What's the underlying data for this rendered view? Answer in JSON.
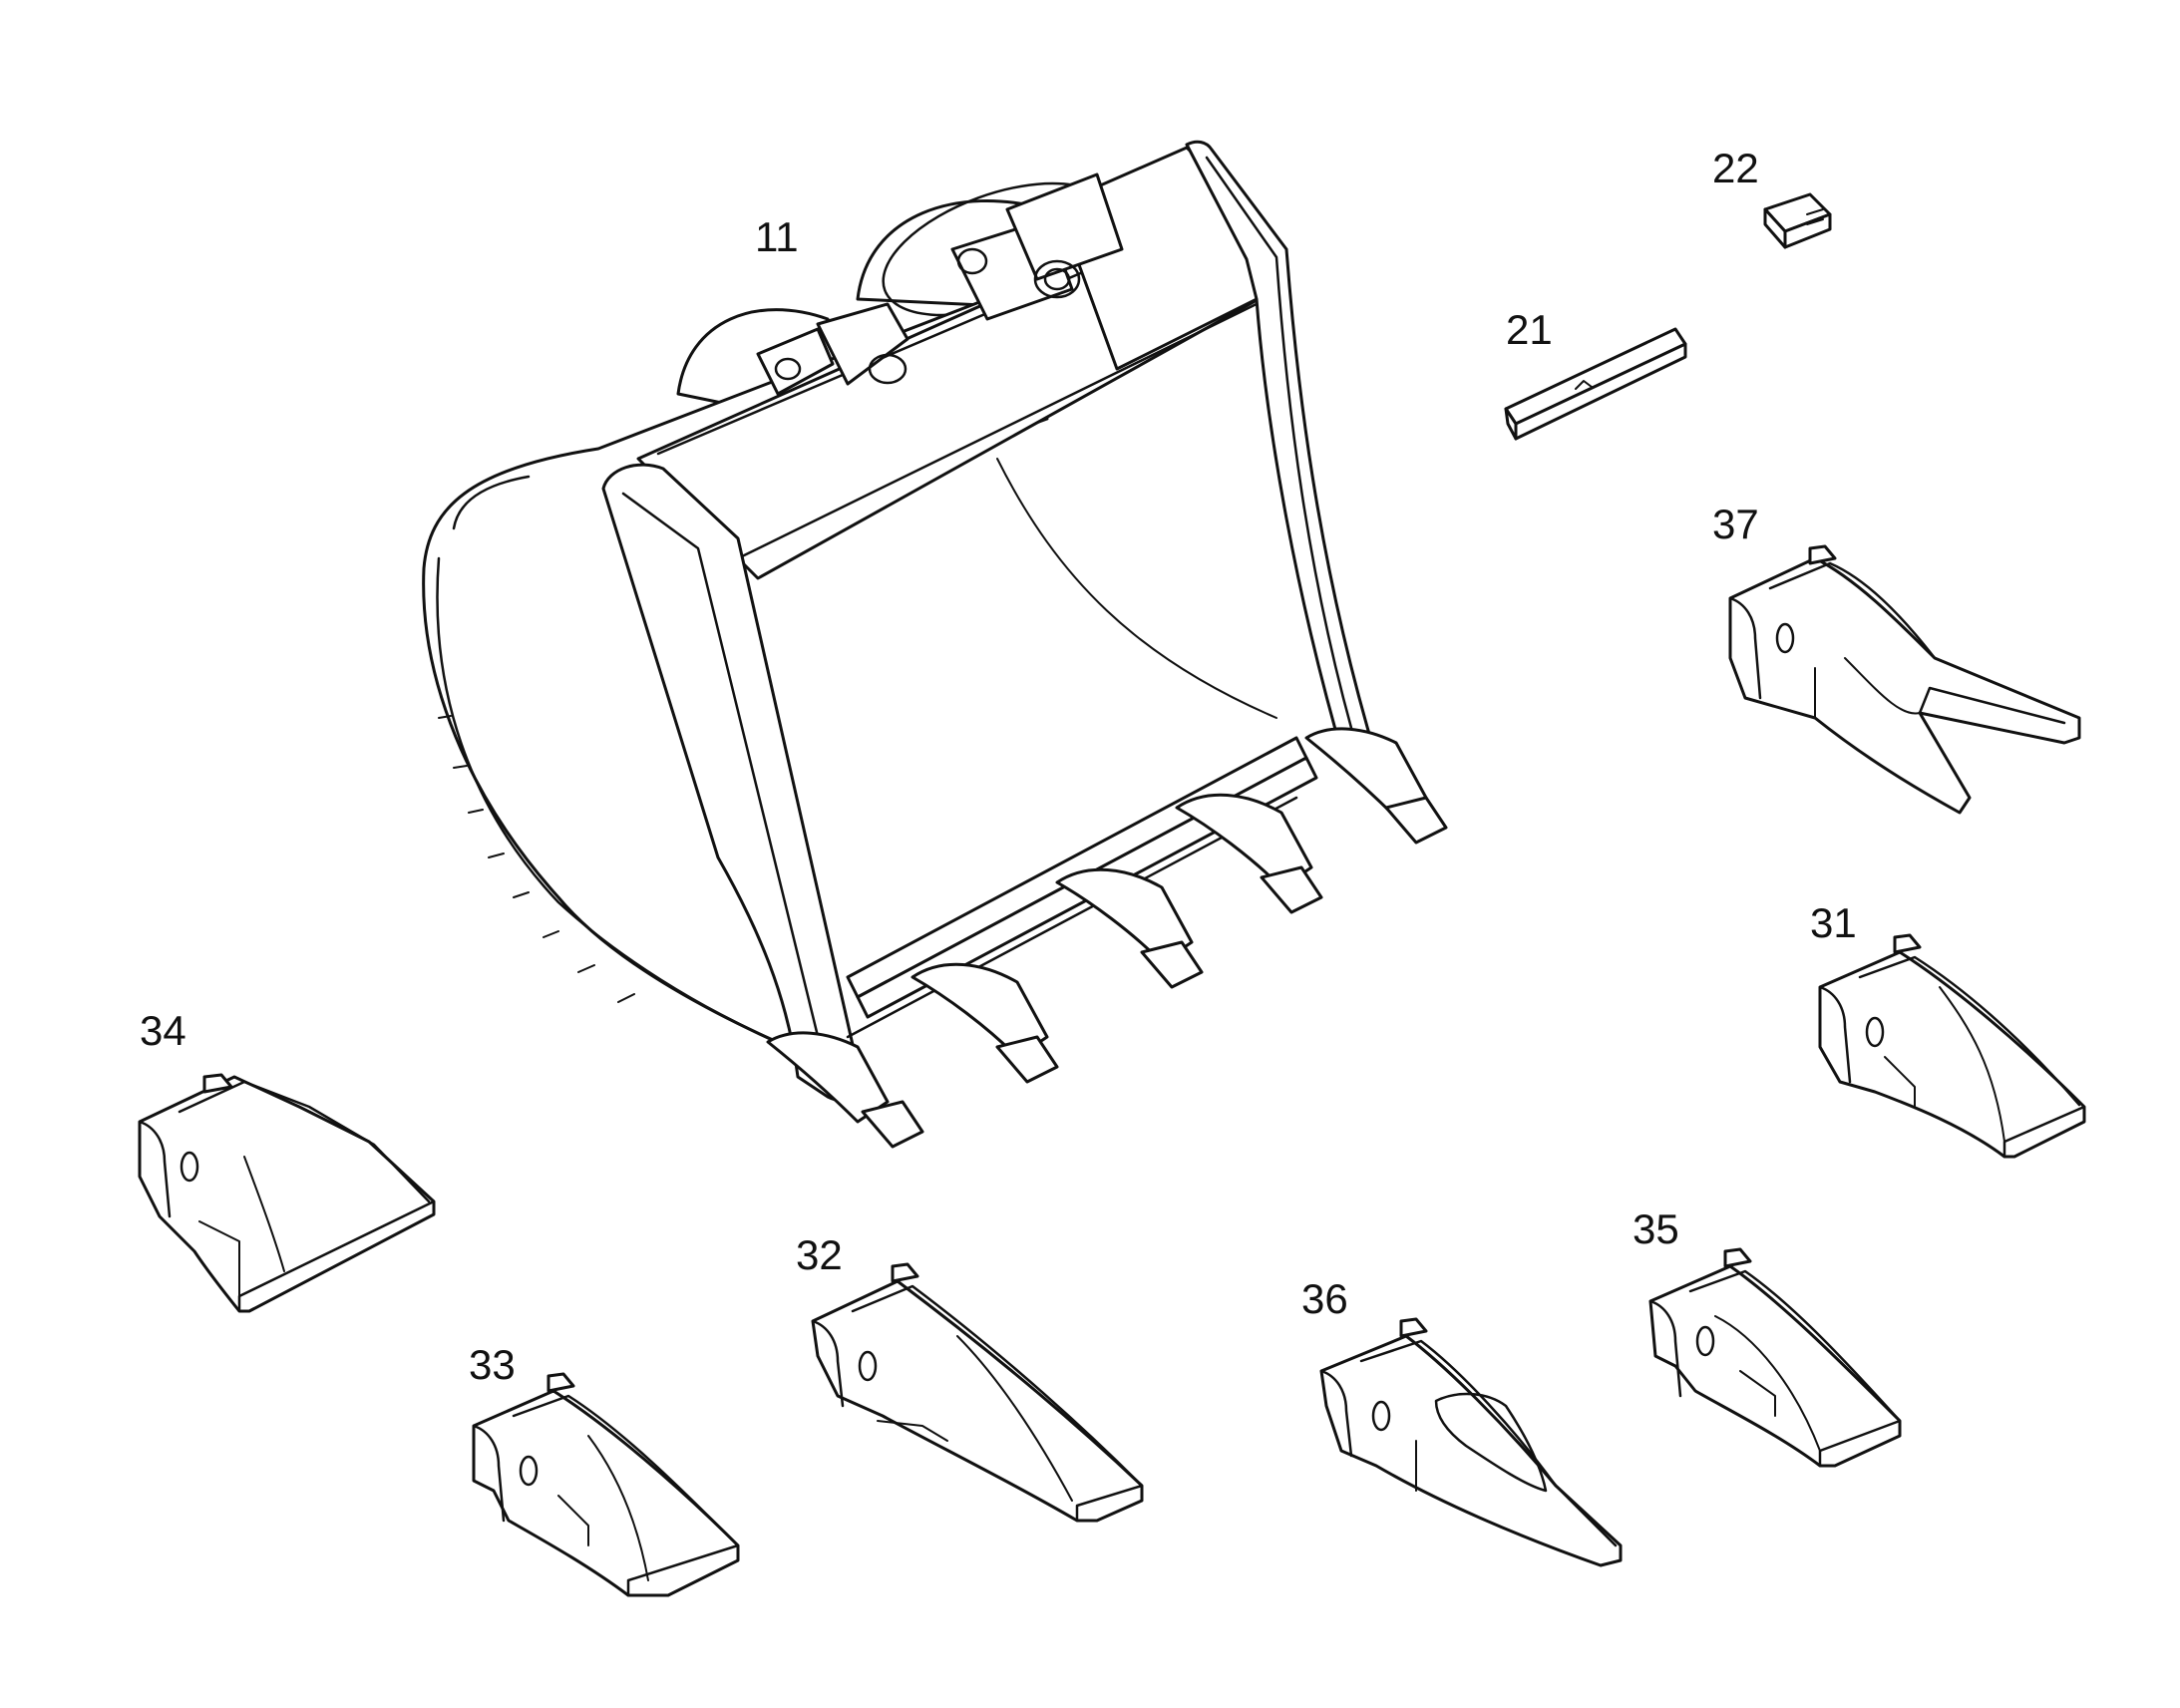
{
  "callouts": {
    "bucket": "11",
    "pin": "21",
    "lock": "22",
    "tooth_31": "31",
    "tooth_32": "32",
    "tooth_33": "33",
    "tooth_34": "34",
    "tooth_35": "35",
    "tooth_36": "36",
    "tooth_37": "37"
  },
  "colors": {
    "line": "#111111",
    "background": "#ffffff"
  }
}
